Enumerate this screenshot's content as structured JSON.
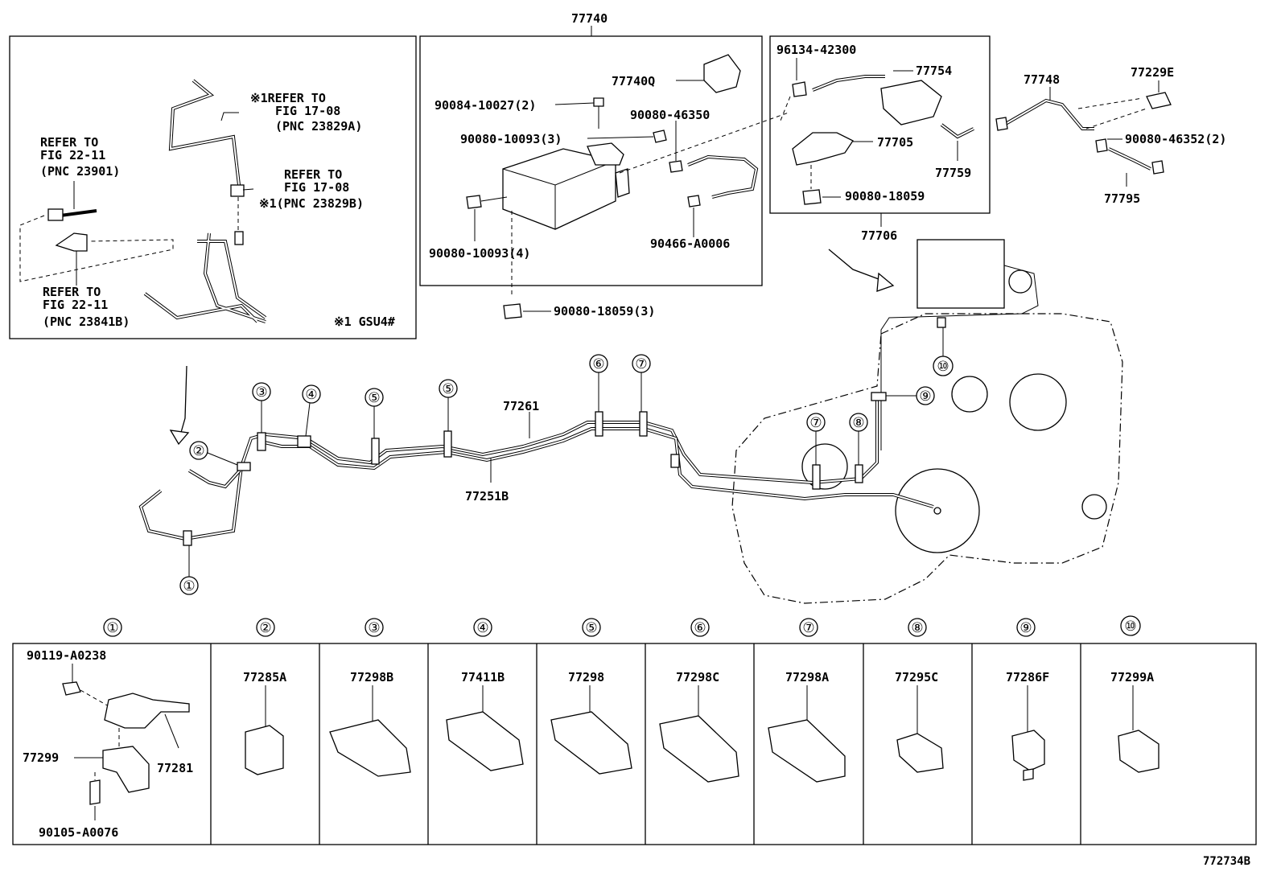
{
  "labels": {
    "group_77740": "77740",
    "p77740q": "77740Q",
    "p90084_10027": "90084-10027(2)",
    "p90080_10093_3": "90080-10093(3)",
    "p90080_46350": "90080-46350",
    "p90080_10093_4": "90080-10093(4)",
    "p90466_a0006": "90466-A0006",
    "p90080_18059_3": "90080-18059(3)",
    "p96134_42300": "96134-42300",
    "p77754": "77754",
    "p77705": "77705",
    "p77759": "77759",
    "p90080_18059": "90080-18059",
    "p77706": "77706",
    "p77748": "77748",
    "p77229e": "77229E",
    "p90080_46352": "90080-46352(2)",
    "p77795": "77795",
    "p77261": "77261",
    "p77251b": "77251B",
    "figure_code": "772734B"
  },
  "inset": {
    "note1_l1": "※1REFER TO",
    "note1_l2": "FIG 17-08",
    "note1_l3": "(PNC 23829A)",
    "note2_l1": "REFER TO",
    "note2_l2": "FIG 17-08",
    "note2_l3": "※1(PNC 23829B)",
    "ref1_l1": "REFER TO",
    "ref1_l2": "FIG 22-11",
    "ref1_l3": "(PNC 23901)",
    "ref2_l1": "REFER TO",
    "ref2_l2": "FIG 22-11",
    "ref2_l3": "(PNC 23841B)",
    "footnote": "※1 GSU4#"
  },
  "callouts": [
    "①",
    "②",
    "③",
    "④",
    "⑤",
    "⑥",
    "⑦",
    "⑧",
    "⑨",
    "⑩"
  ],
  "clamps": [
    {
      "num": "①",
      "parts": [
        "90119-A0238",
        "77299",
        "77281",
        "90105-A0076"
      ]
    },
    {
      "num": "②",
      "parts": [
        "77285A"
      ]
    },
    {
      "num": "③",
      "parts": [
        "77298B"
      ]
    },
    {
      "num": "④",
      "parts": [
        "77411B"
      ]
    },
    {
      "num": "⑤",
      "parts": [
        "77298"
      ]
    },
    {
      "num": "⑥",
      "parts": [
        "77298C"
      ]
    },
    {
      "num": "⑦",
      "parts": [
        "77298A"
      ]
    },
    {
      "num": "⑧",
      "parts": [
        "77295C"
      ]
    },
    {
      "num": "⑨",
      "parts": [
        "77286F"
      ]
    },
    {
      "num": "⑩",
      "parts": [
        "77299A"
      ]
    }
  ]
}
